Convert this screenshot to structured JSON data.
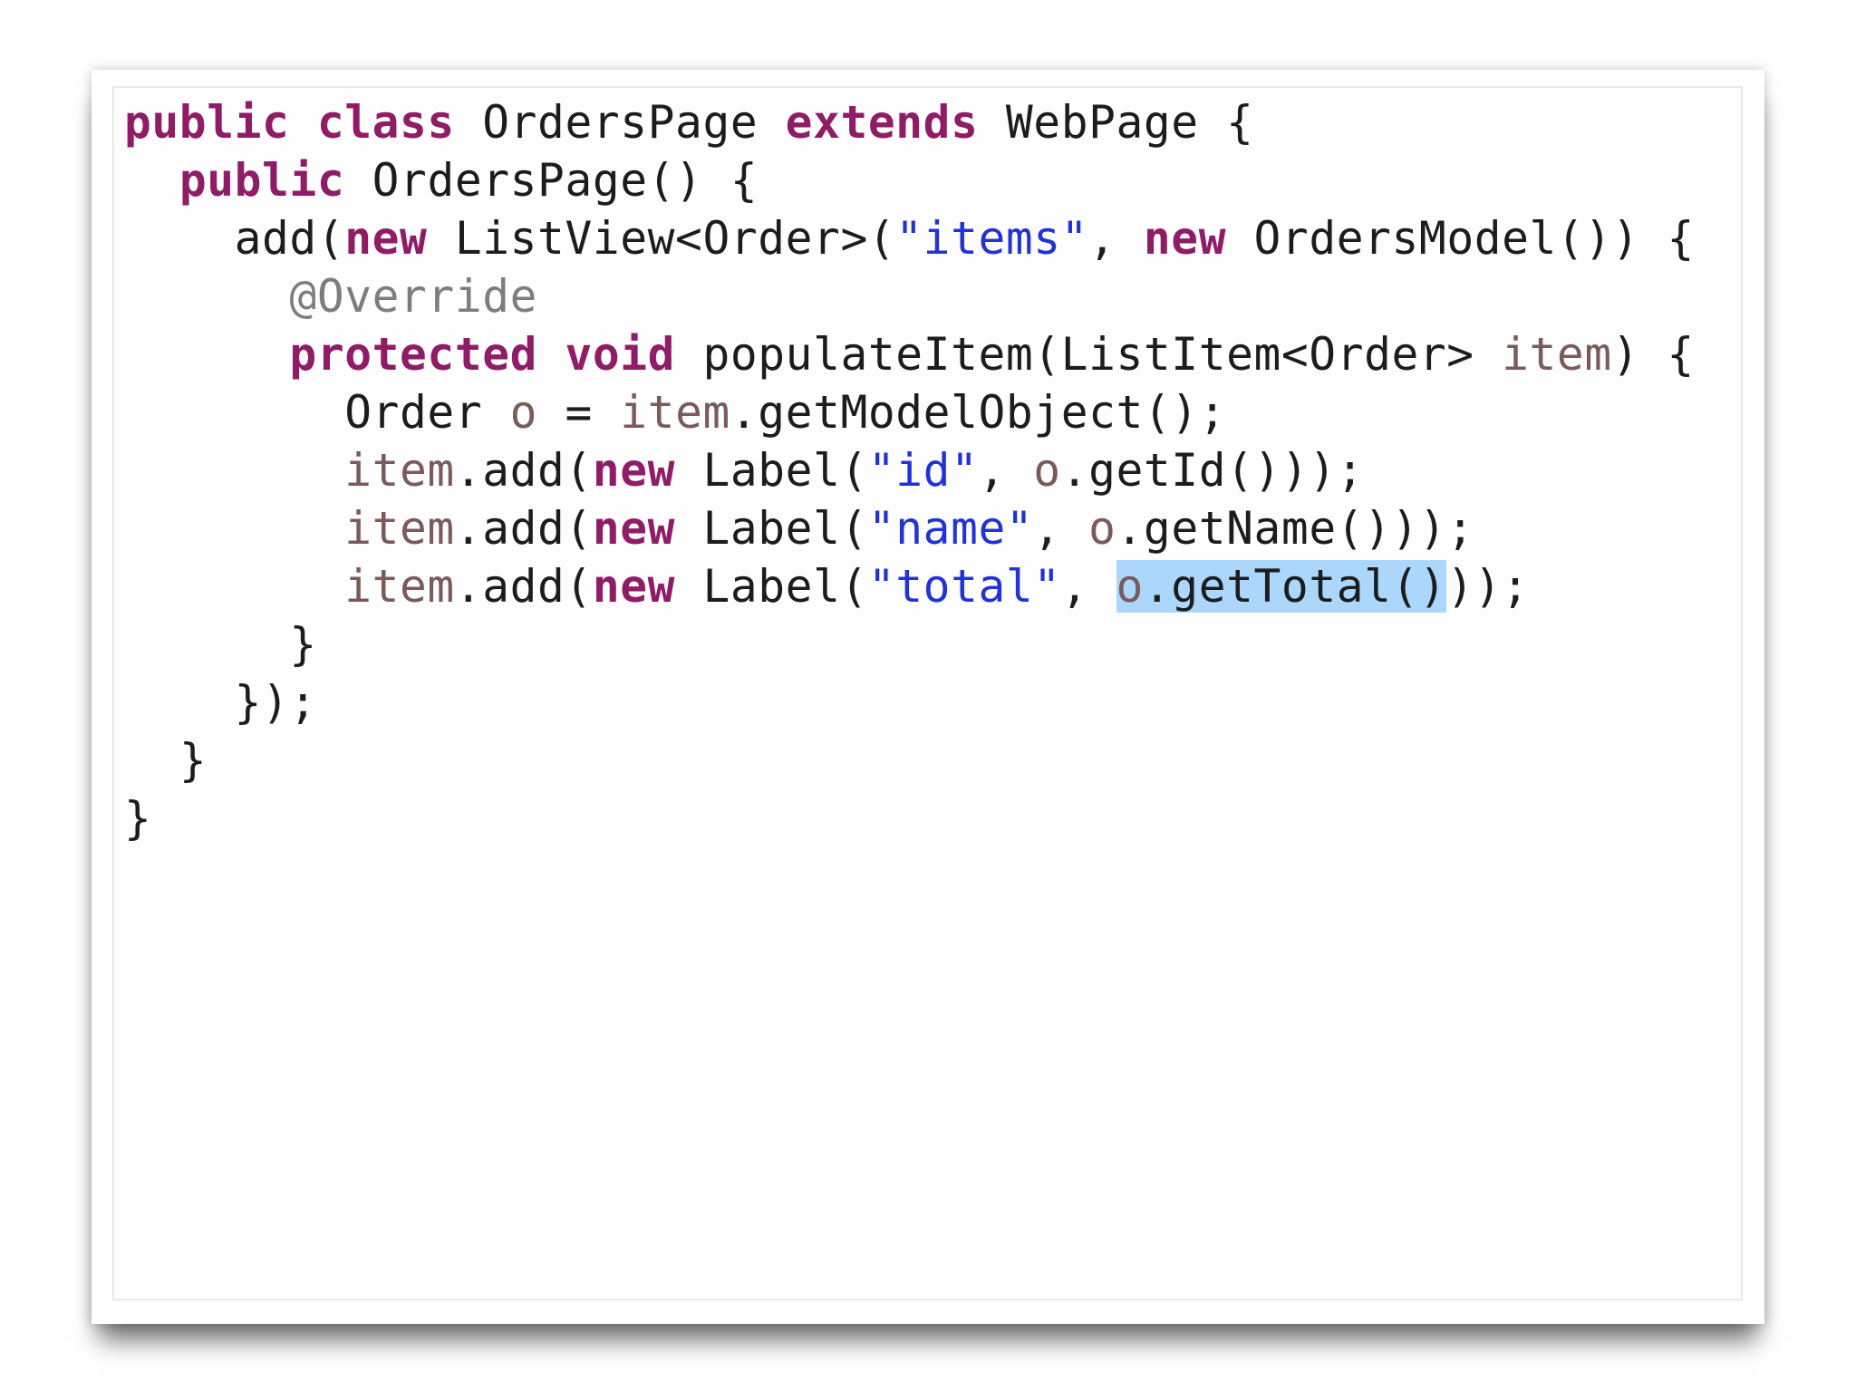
{
  "code": {
    "lines": [
      {
        "indent": "",
        "tokens": [
          {
            "t": "public",
            "k": "kw"
          },
          {
            "t": " ",
            "k": "plain"
          },
          {
            "t": "class",
            "k": "kw"
          },
          {
            "t": " OrdersPage ",
            "k": "plain"
          },
          {
            "t": "extends",
            "k": "kw"
          },
          {
            "t": " WebPage {",
            "k": "plain"
          }
        ]
      },
      {
        "indent": "  ",
        "tokens": [
          {
            "t": "public",
            "k": "kw"
          },
          {
            "t": " OrdersPage() {",
            "k": "plain"
          }
        ]
      },
      {
        "indent": "    ",
        "tokens": [
          {
            "t": "add(",
            "k": "plain"
          },
          {
            "t": "new",
            "k": "kw"
          },
          {
            "t": " ListView<Order>(",
            "k": "plain"
          },
          {
            "t": "\"items\"",
            "k": "str"
          },
          {
            "t": ", ",
            "k": "plain"
          },
          {
            "t": "new",
            "k": "kw"
          },
          {
            "t": " OrdersModel()) {",
            "k": "plain"
          }
        ]
      },
      {
        "indent": "      ",
        "tokens": [
          {
            "t": "@Override",
            "k": "ann"
          }
        ]
      },
      {
        "indent": "      ",
        "tokens": [
          {
            "t": "protected",
            "k": "kw"
          },
          {
            "t": " ",
            "k": "plain"
          },
          {
            "t": "void",
            "k": "kw"
          },
          {
            "t": " populateItem(ListItem<Order> ",
            "k": "plain"
          },
          {
            "t": "item",
            "k": "var"
          },
          {
            "t": ") {",
            "k": "plain"
          }
        ]
      },
      {
        "indent": "        ",
        "tokens": [
          {
            "t": "Order ",
            "k": "plain"
          },
          {
            "t": "o",
            "k": "var"
          },
          {
            "t": " = ",
            "k": "plain"
          },
          {
            "t": "item",
            "k": "var"
          },
          {
            "t": ".getModelObject();",
            "k": "plain"
          }
        ]
      },
      {
        "indent": "        ",
        "tokens": [
          {
            "t": "item",
            "k": "var"
          },
          {
            "t": ".add(",
            "k": "plain"
          },
          {
            "t": "new",
            "k": "kw"
          },
          {
            "t": " Label(",
            "k": "plain"
          },
          {
            "t": "\"id\"",
            "k": "str"
          },
          {
            "t": ", ",
            "k": "plain"
          },
          {
            "t": "o",
            "k": "var"
          },
          {
            "t": ".getId()));",
            "k": "plain"
          }
        ]
      },
      {
        "indent": "        ",
        "tokens": [
          {
            "t": "item",
            "k": "var"
          },
          {
            "t": ".add(",
            "k": "plain"
          },
          {
            "t": "new",
            "k": "kw"
          },
          {
            "t": " Label(",
            "k": "plain"
          },
          {
            "t": "\"name\"",
            "k": "str"
          },
          {
            "t": ", ",
            "k": "plain"
          },
          {
            "t": "o",
            "k": "var"
          },
          {
            "t": ".getName()));",
            "k": "plain"
          }
        ]
      },
      {
        "indent": "        ",
        "tokens": [
          {
            "t": "item",
            "k": "var"
          },
          {
            "t": ".add(",
            "k": "plain"
          },
          {
            "t": "new",
            "k": "kw"
          },
          {
            "t": " Label(",
            "k": "plain"
          },
          {
            "t": "\"total\"",
            "k": "str"
          },
          {
            "t": ", ",
            "k": "plain"
          },
          {
            "t": "o",
            "k": "var",
            "sel": true
          },
          {
            "t": ".getTotal()",
            "k": "plain",
            "sel": true
          },
          {
            "t": "));",
            "k": "plain"
          }
        ]
      },
      {
        "indent": "      ",
        "tokens": [
          {
            "t": "}",
            "k": "plain"
          }
        ]
      },
      {
        "indent": "    ",
        "tokens": [
          {
            "t": "});",
            "k": "plain"
          }
        ]
      },
      {
        "indent": "  ",
        "tokens": [
          {
            "t": "}",
            "k": "plain"
          }
        ]
      },
      {
        "indent": "",
        "tokens": [
          {
            "t": "}",
            "k": "plain"
          }
        ]
      }
    ]
  },
  "colors": {
    "keyword": "#8f1c66",
    "string": "#2233d6",
    "variable": "#7a5a5a",
    "annotation": "#7d7d7d",
    "text": "#1c1c1c",
    "selection": "#aad7fb"
  },
  "selection": {
    "text": "o.getTotal()"
  }
}
